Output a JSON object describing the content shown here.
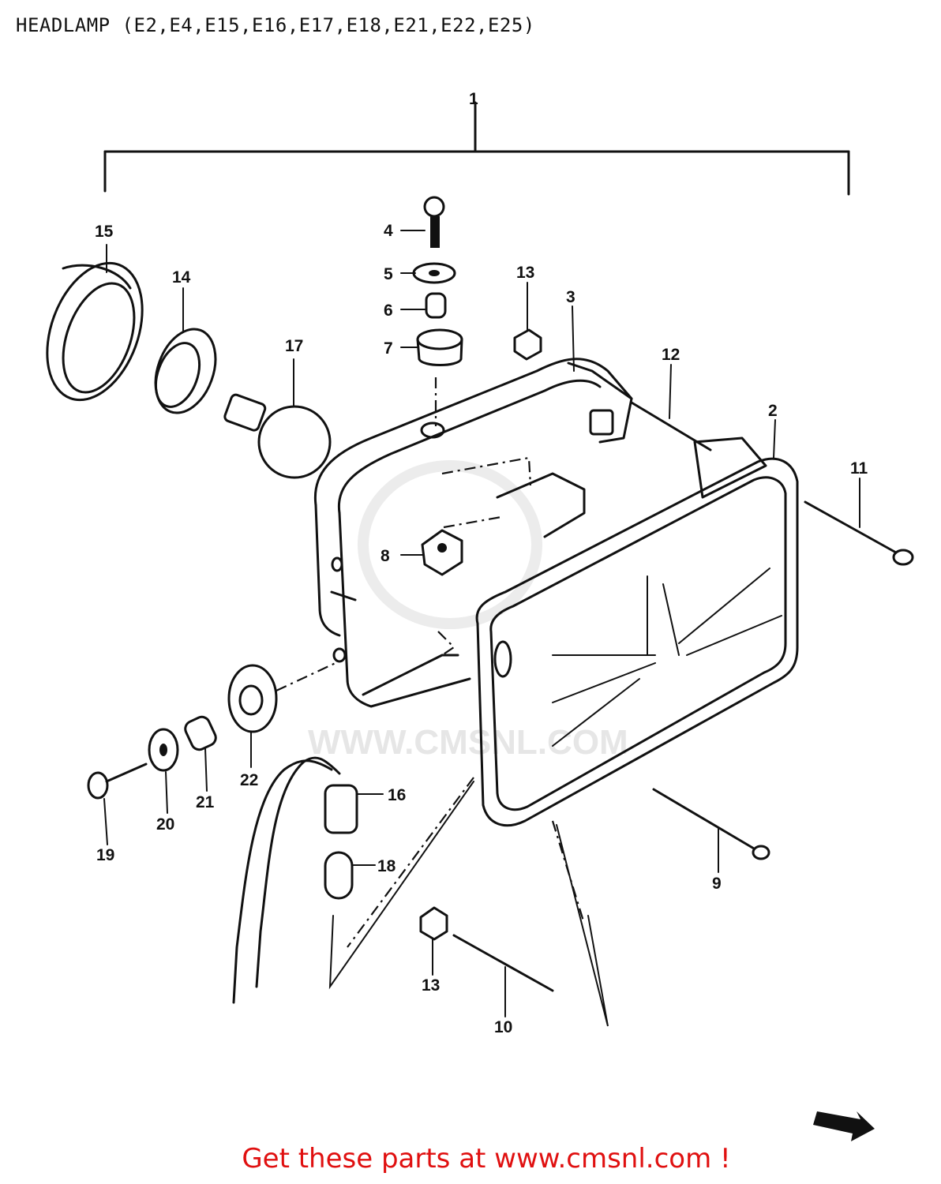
{
  "title": "HEADLAMP (E2,E4,E15,E16,E17,E18,E21,E22,E25)",
  "footer": "Get these parts at www.cmsnl.com !",
  "watermark": "WWW.CMSNL.COM",
  "callouts": {
    "c1": "1",
    "c2": "2",
    "c3": "3",
    "c4": "4",
    "c5": "5",
    "c6": "6",
    "c7": "7",
    "c8": "8",
    "c9": "9",
    "c10": "10",
    "c11": "11",
    "c12": "12",
    "c13a": "13",
    "c13b": "13",
    "c14": "14",
    "c15": "15",
    "c16": "16",
    "c17": "17",
    "c18": "18",
    "c19": "19",
    "c20": "20",
    "c21": "21",
    "c22": "22"
  },
  "colors": {
    "footer": "#e01010",
    "ink": "#111111",
    "watermark": "#e6e6e6"
  }
}
